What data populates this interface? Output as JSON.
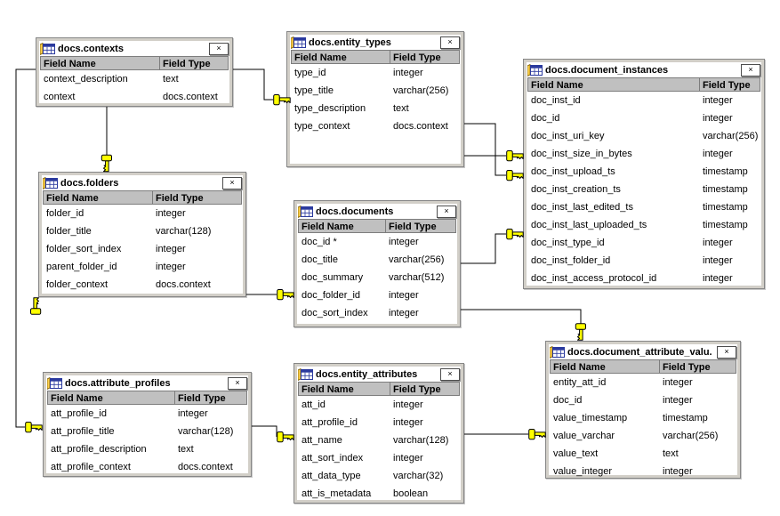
{
  "header_labels": {
    "field_name": "Field Name",
    "field_type": "Field Type"
  },
  "window_controls": {
    "close": "×"
  },
  "tables": [
    {
      "name": "docs.contexts",
      "fields": [
        {
          "name": "context_description",
          "type": "text"
        },
        {
          "name": "context",
          "type": "docs.context"
        }
      ]
    },
    {
      "name": "docs.entity_types",
      "fields": [
        {
          "name": "type_id",
          "type": "integer"
        },
        {
          "name": "type_title",
          "type": "varchar(256)"
        },
        {
          "name": "type_description",
          "type": "text"
        },
        {
          "name": "type_context",
          "type": "docs.context"
        }
      ]
    },
    {
      "name": "docs.document_instances",
      "fields": [
        {
          "name": "doc_inst_id",
          "type": "integer"
        },
        {
          "name": "doc_id",
          "type": "integer"
        },
        {
          "name": "doc_inst_uri_key",
          "type": "varchar(256)"
        },
        {
          "name": "doc_inst_size_in_bytes",
          "type": "integer"
        },
        {
          "name": "doc_inst_upload_ts",
          "type": "timestamp"
        },
        {
          "name": "doc_inst_creation_ts",
          "type": "timestamp"
        },
        {
          "name": "doc_inst_last_edited_ts",
          "type": "timestamp"
        },
        {
          "name": "doc_inst_last_uploaded_ts",
          "type": "timestamp"
        },
        {
          "name": "doc_inst_type_id",
          "type": "integer"
        },
        {
          "name": "doc_inst_folder_id",
          "type": "integer"
        },
        {
          "name": "doc_inst_access_protocol_id",
          "type": "integer"
        }
      ]
    },
    {
      "name": "docs.folders",
      "fields": [
        {
          "name": "folder_id",
          "type": "integer"
        },
        {
          "name": "folder_title",
          "type": "varchar(128)"
        },
        {
          "name": "folder_sort_index",
          "type": "integer"
        },
        {
          "name": "parent_folder_id",
          "type": "integer"
        },
        {
          "name": "folder_context",
          "type": "docs.context"
        }
      ]
    },
    {
      "name": "docs.documents",
      "fields": [
        {
          "name": "doc_id *",
          "type": "integer"
        },
        {
          "name": "doc_title",
          "type": "varchar(256)"
        },
        {
          "name": "doc_summary",
          "type": "varchar(512)"
        },
        {
          "name": "doc_folder_id",
          "type": "integer"
        },
        {
          "name": "doc_sort_index",
          "type": "integer"
        }
      ]
    },
    {
      "name": "docs.attribute_profiles",
      "fields": [
        {
          "name": "att_profile_id",
          "type": "integer"
        },
        {
          "name": "att_profile_title",
          "type": "varchar(128)"
        },
        {
          "name": "att_profile_description",
          "type": "text"
        },
        {
          "name": "att_profile_context",
          "type": "docs.context"
        }
      ]
    },
    {
      "name": "docs.entity_attributes",
      "fields": [
        {
          "name": "att_id",
          "type": "integer"
        },
        {
          "name": "att_profile_id",
          "type": "integer"
        },
        {
          "name": "att_name",
          "type": "varchar(128)"
        },
        {
          "name": "att_sort_index",
          "type": "integer"
        },
        {
          "name": "att_data_type",
          "type": "varchar(32)"
        },
        {
          "name": "att_is_metadata",
          "type": "boolean"
        }
      ]
    },
    {
      "name": "docs.document_attribute_valu...",
      "fields": [
        {
          "name": "entity_att_id",
          "type": "integer"
        },
        {
          "name": "doc_id",
          "type": "integer"
        },
        {
          "name": "value_timestamp",
          "type": "timestamp"
        },
        {
          "name": "value_varchar",
          "type": "varchar(256)"
        },
        {
          "name": "value_text",
          "type": "text"
        },
        {
          "name": "value_integer",
          "type": "integer"
        }
      ]
    }
  ],
  "relationships": [
    {
      "from": "docs.contexts",
      "to": "docs.attribute_profiles"
    },
    {
      "from": "docs.contexts",
      "to": "docs.folders"
    },
    {
      "from": "docs.contexts",
      "to": "docs.entity_types"
    },
    {
      "from": "docs.entity_types",
      "to": "docs.document_instances"
    },
    {
      "from": "docs.entity_types",
      "to": "docs.document_instances"
    },
    {
      "from": "docs.documents",
      "to": "docs.document_instances"
    },
    {
      "from": "docs.documents",
      "to": "docs.document_attribute_valu..."
    },
    {
      "from": "docs.folders",
      "to": "docs.documents"
    },
    {
      "from": "docs.folders",
      "to": "docs.folders"
    },
    {
      "from": "docs.attribute_profiles",
      "to": "docs.entity_attributes"
    },
    {
      "from": "docs.entity_attributes",
      "to": "docs.document_attribute_valu..."
    }
  ],
  "colors": {
    "canvas_bg": "#ffffff",
    "window_frame": "#d2cfc8",
    "header_bg": "#c0c0c0",
    "key_fill": "#ffff00",
    "connector": "#000000",
    "table_icon_blue": "#2b3a9e"
  }
}
